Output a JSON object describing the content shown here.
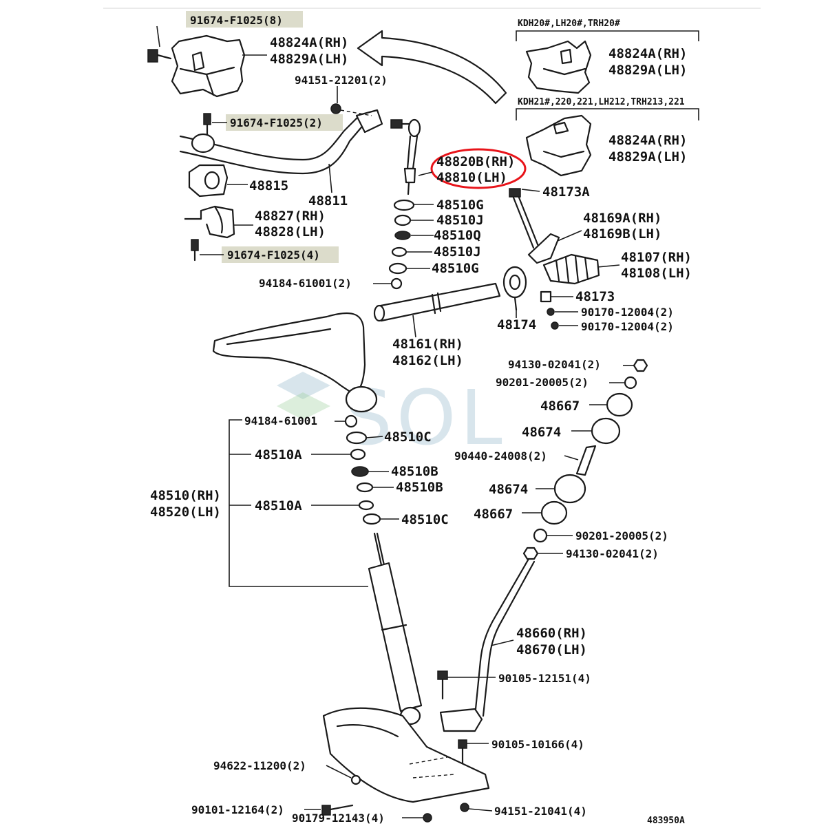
{
  "labels": {
    "bolt_top": "91674-F1025(8)",
    "bracket_rh": "48824A(RH)",
    "bracket_lh": "48829A(LH)",
    "nut_stab": "94151-21201(2)",
    "bolt_mid": "91674-F1025(2)",
    "link_rh": "48820B(RH)",
    "link_lh": "48810(LH)",
    "bushing": "48815",
    "stab_bar": "48811",
    "torsion_pin": "48173A",
    "clamp_rh": "48827(RH)",
    "clamp_lh": "48828(LH)",
    "bolt_low": "91674-F1025(4)",
    "ret_48510g_a": "48510G",
    "ret_48510j_a": "48510J",
    "ret_48510q": "48510Q",
    "ret_48510j_b": "48510J",
    "ret_48510g_b": "48510G",
    "arm_169_rh": "48169A(RH)",
    "arm_169_lh": "48169B(LH)",
    "anchor_rh": "48107(RH)",
    "anchor_lh": "48108(LH)",
    "nut_94184_top": "94184-61001(2)",
    "spacer_48173": "48173",
    "nut_90170_a": "90170-12004(2)",
    "nut_90170_b": "90170-12004(2)",
    "adj_48174": "48174",
    "bar_rh": "48161(RH)",
    "bar_lh": "48162(LH)",
    "nut_94130_a": "94130-02041(2)",
    "washer_90201_a": "90201-20005(2)",
    "cushion_48667_a": "48667",
    "cushion_48674_a": "48674",
    "collar_90440": "90440-24008(2)",
    "cushion_48674_b": "48674",
    "cushion_48667_b": "48667",
    "washer_90201_b": "90201-20005(2)",
    "nut_94130_b": "94130-02041(2)",
    "nut_94184_low": "94184-61001",
    "ret_48510c_a": "48510C",
    "ret_48510a_a": "48510A",
    "ret_48510b_a": "48510B",
    "ret_48510b_b": "48510B",
    "absorber_rh": "48510(RH)",
    "absorber_lh": "48520(LH)",
    "ret_48510a_b": "48510A",
    "ret_48510c_b": "48510C",
    "strut_rh": "48660(RH)",
    "strut_lh": "48670(LH)",
    "bolt_90105_a": "90105-12151(4)",
    "bolt_90105_b": "90105-10166(4)",
    "bolt_94622": "94622-11200(2)",
    "bolt_90101": "90101-12164(2)",
    "nut_94151": "94151-21041(4)",
    "nut_90179": "90179-12143(4)",
    "ref_code": "483950A"
  },
  "variants": {
    "v1_title": "KDH20#,LH20#,TRH20#",
    "v1_rh": "48824A(RH)",
    "v1_lh": "48829A(LH)",
    "v2_title": "KDH21#,220,221,LH212,TRH213,221",
    "v2_rh": "48824A(RH)",
    "v2_lh": "48829A(LH)"
  },
  "watermark": "SOL",
  "colors": {
    "highlight_fill": "#dcdccb",
    "circle_mark": "#e8141a",
    "watermark": "#8fb5c9"
  }
}
